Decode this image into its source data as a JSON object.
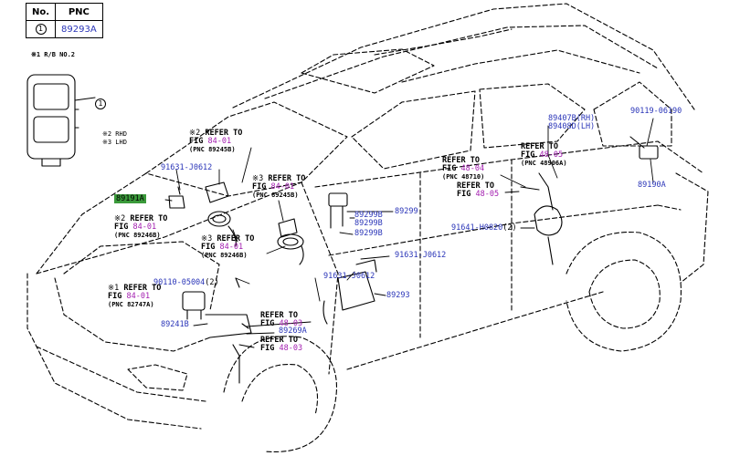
{
  "table": {
    "col_no": "No.",
    "col_pnc": "PNC",
    "row_no": "1",
    "row_pnc": "89293A"
  },
  "inset": {
    "note": "※1 R/B NO.2",
    "callout": "1"
  },
  "notes": {
    "rhd": "※2 RHD",
    "lhd": "※3 LHD"
  },
  "labels": {
    "p91631_top": "91631-J0612",
    "p89191a": "89191A",
    "p91631_mid": "91631-J0612",
    "p91631_bot": "91631-J0612",
    "p89299": "89299",
    "p89299b_1": "89299B",
    "p89299b_2": "89299B",
    "p89299b_3": "89299B",
    "p89293": "89293",
    "p91641": "91641-H0820",
    "p91641_qty": "(2)",
    "p89407b": "89407B(RH)",
    "p89408d": "89408D(LH)",
    "p90119": "90119-06190",
    "p89190a": "89190A",
    "p90110": "90110-05004",
    "p90110_qty": "(2)",
    "p89241b": "89241B",
    "p89269a": "89269A"
  },
  "refs": {
    "r1": {
      "mark": "※2",
      "refer": "REFER TO",
      "fig": "FIG",
      "num": "84-01",
      "pnc": "(PNC 89245B)"
    },
    "r2": {
      "mark": "※2",
      "refer": "REFER TO",
      "fig": "FIG",
      "num": "84-01",
      "pnc": "(PNC 89246B)"
    },
    "r3": {
      "mark": "※3",
      "refer": "REFER TO",
      "fig": "FIG",
      "num": "84-01",
      "pnc": "(PNC 89245B)"
    },
    "r4": {
      "mark": "※3",
      "refer": "REFER TO",
      "fig": "FIG",
      "num": "84-01",
      "pnc": "(PNC 89246B)"
    },
    "r5": {
      "mark": "",
      "refer": "REFER TO",
      "fig": "FIG",
      "num": "48-04",
      "pnc": "(PNC 48710)"
    },
    "r6": {
      "mark": "",
      "refer": "REFER TO",
      "fig": "FIG",
      "num": "48-05",
      "pnc": ""
    },
    "r7": {
      "mark": "",
      "refer": "REFER TO",
      "fig": "FIG",
      "num": "48-05",
      "pnc": "(PNC 48906A)"
    },
    "r8": {
      "mark": "※1",
      "refer": "REFER TO",
      "fig": "FIG",
      "num": "84-01",
      "pnc": "(PNC 82747A)"
    },
    "r9": {
      "mark": "",
      "refer": "REFER TO",
      "fig": "FIG",
      "num": "48-03",
      "pnc": ""
    },
    "r10": {
      "mark": "",
      "refer": "REFER TO",
      "fig": "FIG",
      "num": "48-03",
      "pnc": ""
    }
  }
}
